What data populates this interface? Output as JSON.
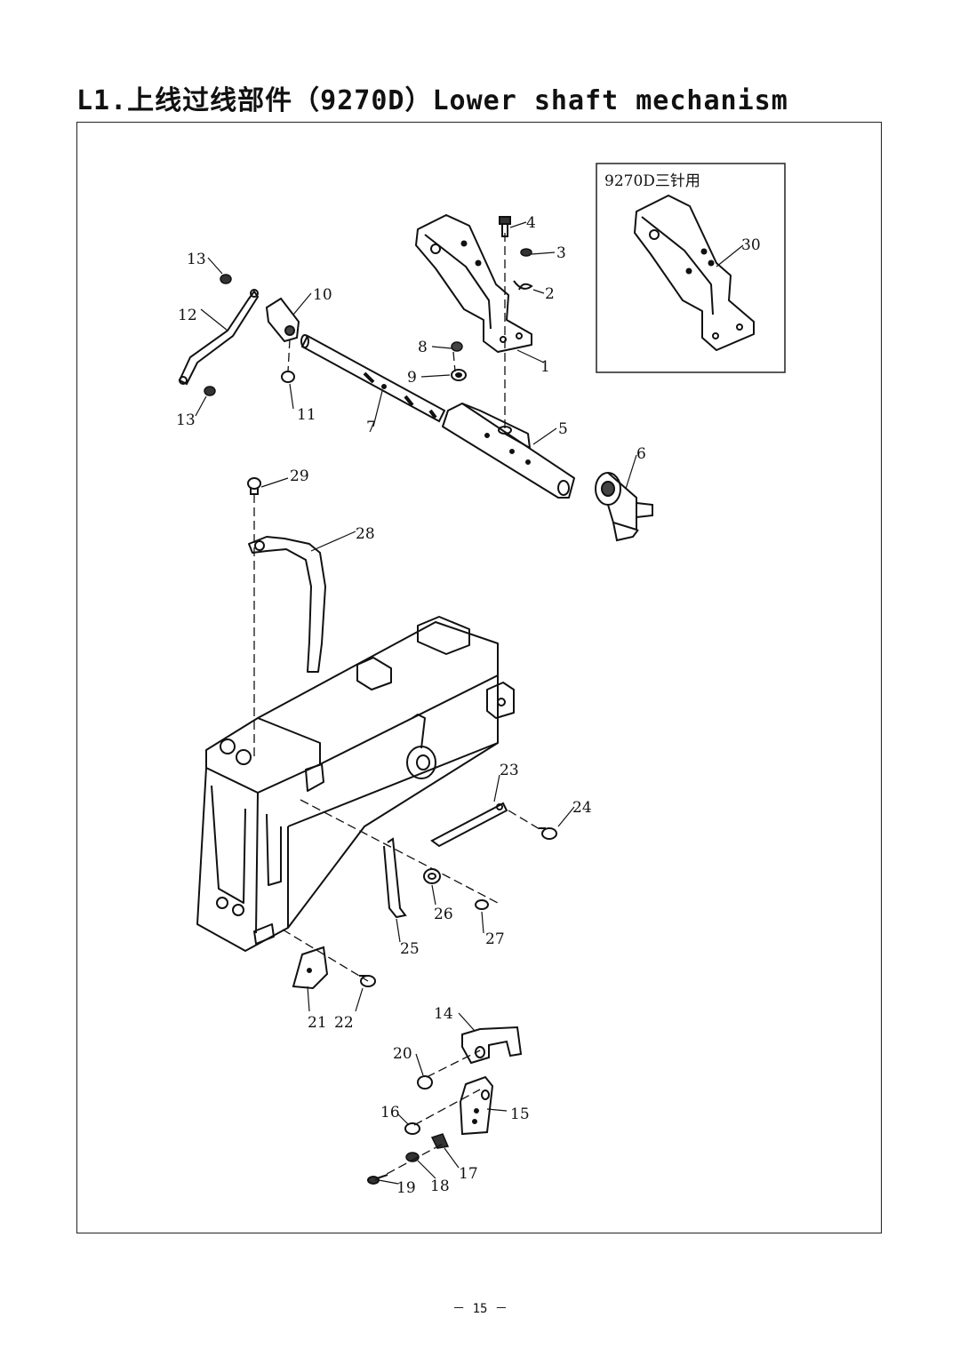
{
  "page": {
    "title": "L1.上线过线部件（9270D）Lower shaft mechanism",
    "page_number": "－ 15 －"
  },
  "inset": {
    "label": "9270D三针用"
  },
  "callouts": [
    "1",
    "2",
    "3",
    "4",
    "5",
    "6",
    "7",
    "8",
    "9",
    "10",
    "11",
    "12",
    "13",
    "13",
    "14",
    "15",
    "16",
    "17",
    "18",
    "19",
    "20",
    "21",
    "22",
    "23",
    "24",
    "25",
    "26",
    "27",
    "28",
    "29",
    "30"
  ]
}
